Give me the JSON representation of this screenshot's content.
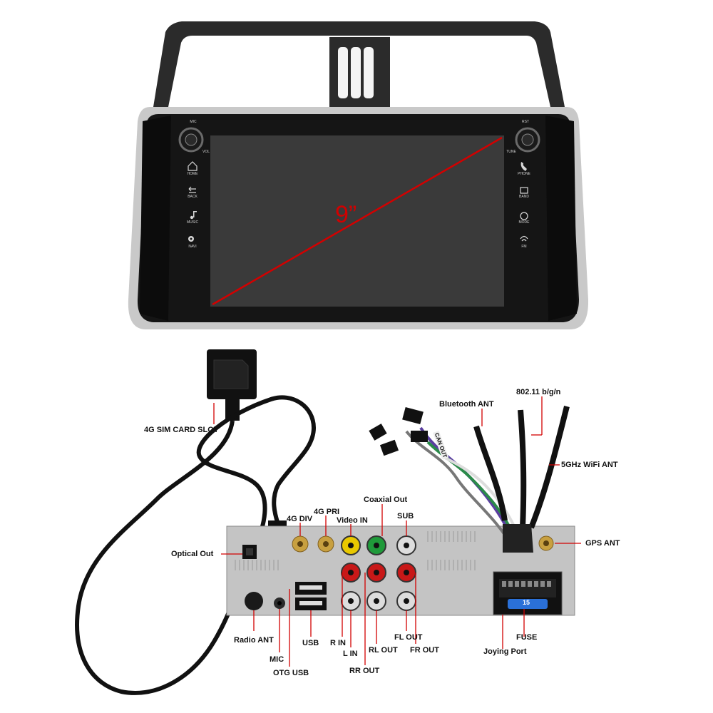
{
  "screen": {
    "size_label": "9”",
    "top_left_label": "MIC",
    "top_right_label": "RST",
    "left_buttons": [
      {
        "icon": "home-icon",
        "label": "HOME"
      },
      {
        "icon": "back-icon",
        "label": "BACK"
      },
      {
        "icon": "music-icon",
        "label": "MUSIC"
      },
      {
        "icon": "navi-icon",
        "label": "NAVI"
      }
    ],
    "right_buttons": [
      {
        "icon": "phone-icon",
        "label": "PHONE"
      },
      {
        "icon": "band-icon",
        "label": "BAND"
      },
      {
        "icon": "mode-icon",
        "label": "MODE"
      },
      {
        "icon": "fm-icon",
        "label": "FM"
      }
    ],
    "knob_left_label": "VOL",
    "knob_right_label": "TUNE"
  },
  "callouts": {
    "sim_slot": "4G SIM CARD SLOT",
    "optical_out": "Optical Out",
    "radio_ant": "Radio ANT",
    "mic": "MIC",
    "otg_usb": "OTG USB",
    "usb": "USB",
    "g4_div": "4G DIV",
    "g4_pri": "4G PRI",
    "video_in": "Video IN",
    "coaxial_out": "Coaxial Out",
    "sub": "SUB",
    "r_in": "R IN",
    "l_in": "L IN",
    "rl_out": "RL OUT",
    "rr_out": "RR OUT",
    "fl_out": "FL OUT",
    "fr_out": "FR OUT",
    "bluetooth_ant": "Bluetooth ANT",
    "wifi_80211": "802.11 b/g/n",
    "wifi_5ghz": "5GHz WiFi ANT",
    "gps_ant": "GPS ANT",
    "fuse": "FUSE",
    "joying_port": "Joying Port"
  },
  "unit": {
    "can_label": "CAN OUT",
    "fuse_value": "15"
  },
  "colors": {
    "screen_line": "#d20000",
    "callout_line": "#d20000",
    "gold": "#c8a040",
    "rca_yellow": "#e8c800",
    "rca_green": "#1f9a3a",
    "rca_red": "#c81818",
    "fuse_blue": "#2a70d8"
  }
}
